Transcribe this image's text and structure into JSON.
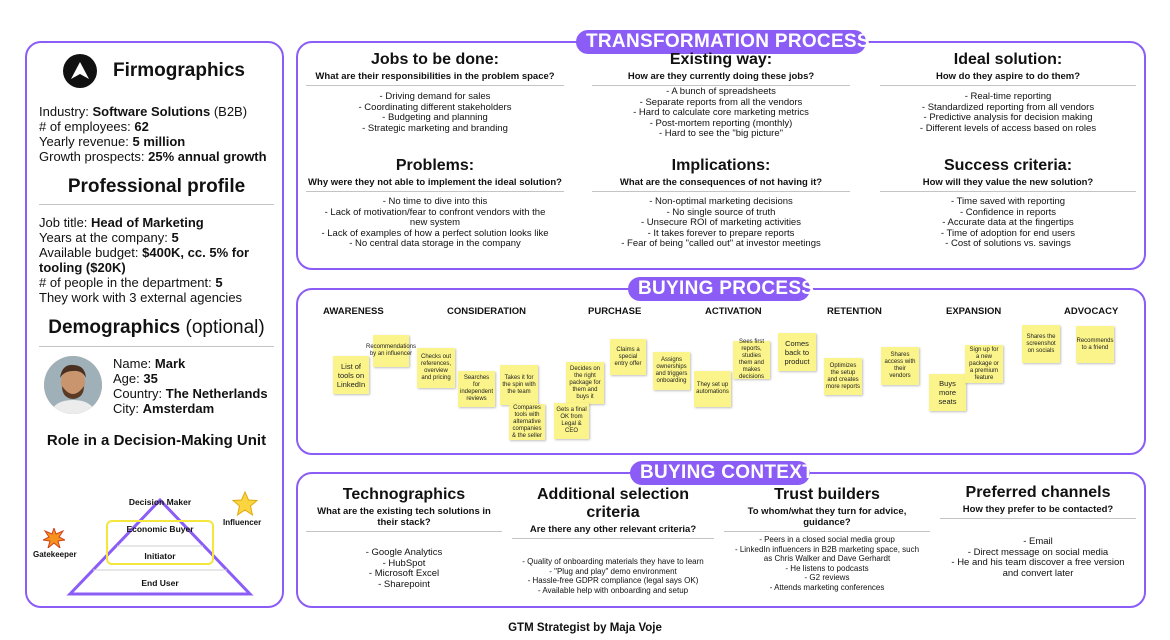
{
  "profile": {
    "firmographics": {
      "title": "Firmographics",
      "industry_label": "Industry: ",
      "industry_value": "Software Solutions",
      "industry_suffix": " (B2B)",
      "employees_label": "# of employees: ",
      "employees_value": "62",
      "revenue_label": "Yearly revenue: ",
      "revenue_value": "5 million",
      "growth_label": "Growth prospects: ",
      "growth_value": "25% annual growth"
    },
    "professional": {
      "title": "Professional profile",
      "job_label": "Job title: ",
      "job_value": "Head of Marketing",
      "years_label": "Years at the company: ",
      "years_value": "5",
      "budget_label": "Available budget: ",
      "budget_value": "$400K, cc. 5% for tooling ($20K)",
      "people_label": "# of people in the department: ",
      "people_value": "5",
      "agencies": "They work with 3 external agencies"
    },
    "demographics": {
      "title": "Demographics",
      "title_suffix": " (optional)",
      "name_label": "Name: ",
      "name_value": "Mark",
      "age_label": "Age: ",
      "age_value": "35",
      "country_label": "Country: ",
      "country_value": "The Netherlands",
      "city_label": "City: ",
      "city_value": "Amsterdam"
    },
    "role": {
      "title": "Role in a Decision-Making Unit",
      "decision_maker": "Decision Maker",
      "economic_buyer": "Economic Buyer",
      "initiator": "Initiator",
      "end_user": "End User",
      "gatekeeper": "Gatekeeper",
      "influencer": "Influencer"
    }
  },
  "transformation": {
    "header": "TRANSFORMATION PROCESS",
    "columns": [
      {
        "title": "Jobs to be done:",
        "question": "What are their responsibilities in the problem space?",
        "items": [
          "- Driving demand for sales",
          "- Coordinating different stakeholders",
          "- Budgeting and planning",
          "- Strategic marketing and branding"
        ]
      },
      {
        "title": "Existing way:",
        "question": "How are they currently doing these jobs?",
        "items": [
          "- A bunch of spreadsheets",
          "- Separate reports from all the vendors",
          "- Hard to calculate core marketing metrics",
          "- Post-mortem reporting (monthly)",
          "- Hard to see the \"big picture\""
        ]
      },
      {
        "title": "Ideal solution:",
        "question": "How do they aspire to do them?",
        "items": [
          "- Real-time reporting",
          "- Standardized reporting from all vendors",
          "- Predictive analysis for decision making",
          "- Different levels of access based on roles"
        ]
      },
      {
        "title": "Problems:",
        "question": "Why were they not able to implement the ideal solution?",
        "items": [
          "- No time to dive into this",
          "- Lack of motivation/fear to confront vendors with the",
          "new system",
          "- Lack of examples of how a perfect solution looks like",
          "- No central data storage in the company"
        ]
      },
      {
        "title": "Implications:",
        "question": "What are the consequences of not having it?",
        "items": [
          "- Non-optimal marketing decisions",
          "- No single source of truth",
          "- Unsecure ROI of marketing activities",
          "- It takes forever to prepare reports",
          "- Fear of being \"called out\" at investor meetings"
        ]
      },
      {
        "title": "Success criteria:",
        "question": "How will they value the new solution?",
        "items": [
          "- Time saved with reporting",
          "- Confidence in reports",
          "- Accurate data at the fingertips",
          "- Time of adoption for end users",
          "- Cost of solutions vs. savings"
        ]
      }
    ]
  },
  "buying_process": {
    "header": "BUYING PROCESS",
    "stages": [
      "AWARENESS",
      "CONSIDERATION",
      "PURCHASE",
      "ACTIVATION",
      "RETENTION",
      "EXPANSION",
      "ADVOCACY"
    ],
    "notes": [
      "List of tools on LinkedIn",
      "Recommendations by an influencer",
      "Checks out references, overview and pricing",
      "Searches for independent reviews",
      "Takes it for the spin with the team",
      "Compares tools with alternative companies & the seller",
      "Decides on the right package for them and buys it",
      "Gets a final OK from Legal & CEO",
      "Claims a special entry offer",
      "Assigns ownerships and triggers onboarding",
      "They set up automations",
      "Sees first reports, studies them and makes decisions",
      "Comes back to product",
      "Optimizes the setup and creates more reports",
      "Shares access with their vendors",
      "Buys more seats",
      "Sign up for a new package or a premium feature",
      "Shares the screenshot on socials",
      "Recommends to a friend"
    ]
  },
  "buying_context": {
    "header": "BUYING CONTEXT",
    "columns": [
      {
        "title": "Technographics",
        "question": "What are the existing tech solutions in their stack?",
        "items": [
          "- Google Analytics",
          "- HubSpot",
          "- Microsoft Excel",
          "- Sharepoint"
        ]
      },
      {
        "title": "Additional selection criteria",
        "question": "Are there any other relevant criteria?",
        "items": [
          "- Quality of onboarding materials they have to learn",
          "- \"Plug and play\" demo environment",
          "- Hassle-free GDPR compliance (legal says OK)",
          "- Available help with onboarding and setup"
        ]
      },
      {
        "title": "Trust builders",
        "question": "To whom/what they turn for advice, guidance?",
        "items": [
          "- Peers in a closed social media group",
          "- LinkedIn influencers in B2B marketing space, such",
          "as Chris Walker and Dave Gerhardt",
          "- He listens to podcasts",
          "- G2 reviews",
          "- Attends marketing conferences"
        ]
      },
      {
        "title": "Preferred channels",
        "question": "How they prefer to be contacted?",
        "items": [
          "- Email",
          "- Direct message on social media",
          "- He and his team discover a free version",
          "and convert later"
        ]
      }
    ]
  },
  "footer": "GTM Strategist by Maja Voje",
  "colors": {
    "accent": "#8b5cf6",
    "sticky": "#fbf48a",
    "pyramid_box": "#f5e63b"
  }
}
